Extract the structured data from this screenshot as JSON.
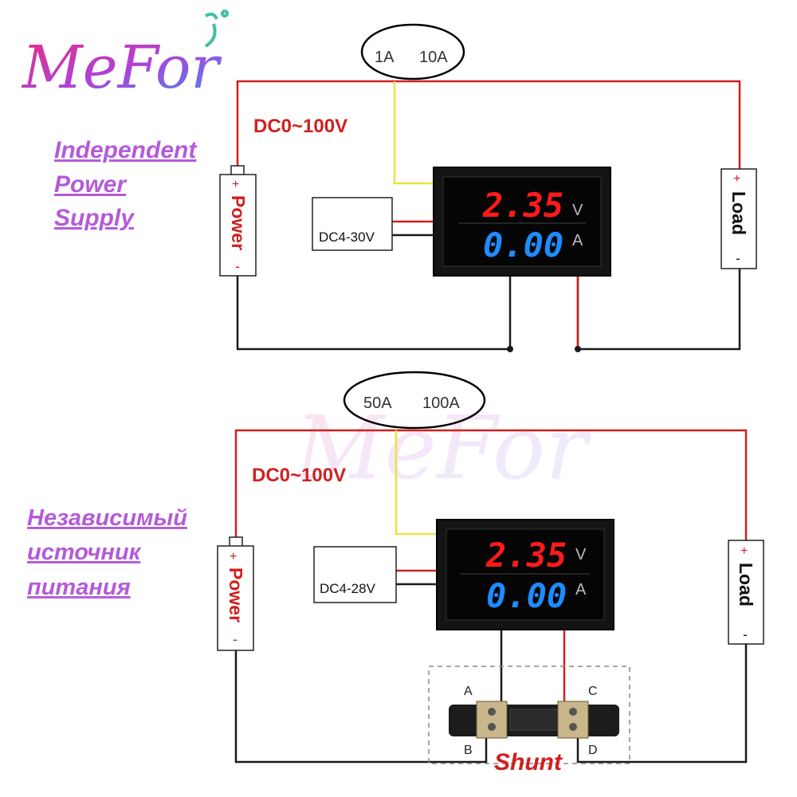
{
  "logo": {
    "text": "MeFor"
  },
  "top": {
    "range_labels": [
      "1A",
      "10A"
    ],
    "voltage_range": "DC0~100V",
    "supply_note": [
      "Independent",
      "Power",
      "Supply"
    ],
    "aux_supply": "DC4-30V",
    "display_voltage": "2.35",
    "display_current": "0.00",
    "unit_v": "V",
    "unit_a": "A",
    "power_label": "Power",
    "load_label": "Load",
    "plus": "+",
    "minus": "-"
  },
  "bottom": {
    "range_labels": [
      "50A",
      "100A"
    ],
    "voltage_range": "DC0~100V",
    "supply_note": [
      "Независимый",
      "источник",
      "питания"
    ],
    "aux_supply": "DC4-28V",
    "display_voltage": "2.35",
    "display_current": "0.00",
    "unit_v": "V",
    "unit_a": "A",
    "power_label": "Power",
    "load_label": "Load",
    "plus": "+",
    "minus": "-",
    "shunt_label": "Shunt",
    "terminals": [
      "A",
      "B",
      "C",
      "D"
    ]
  },
  "colors": {
    "wire_red": "#d0201f",
    "wire_yellow": "#f0e040",
    "wire_black": "#1a1a1a",
    "note_purple": "#b45bd8",
    "display_red": "#ff1a1a",
    "display_blue": "#1e8bff"
  }
}
